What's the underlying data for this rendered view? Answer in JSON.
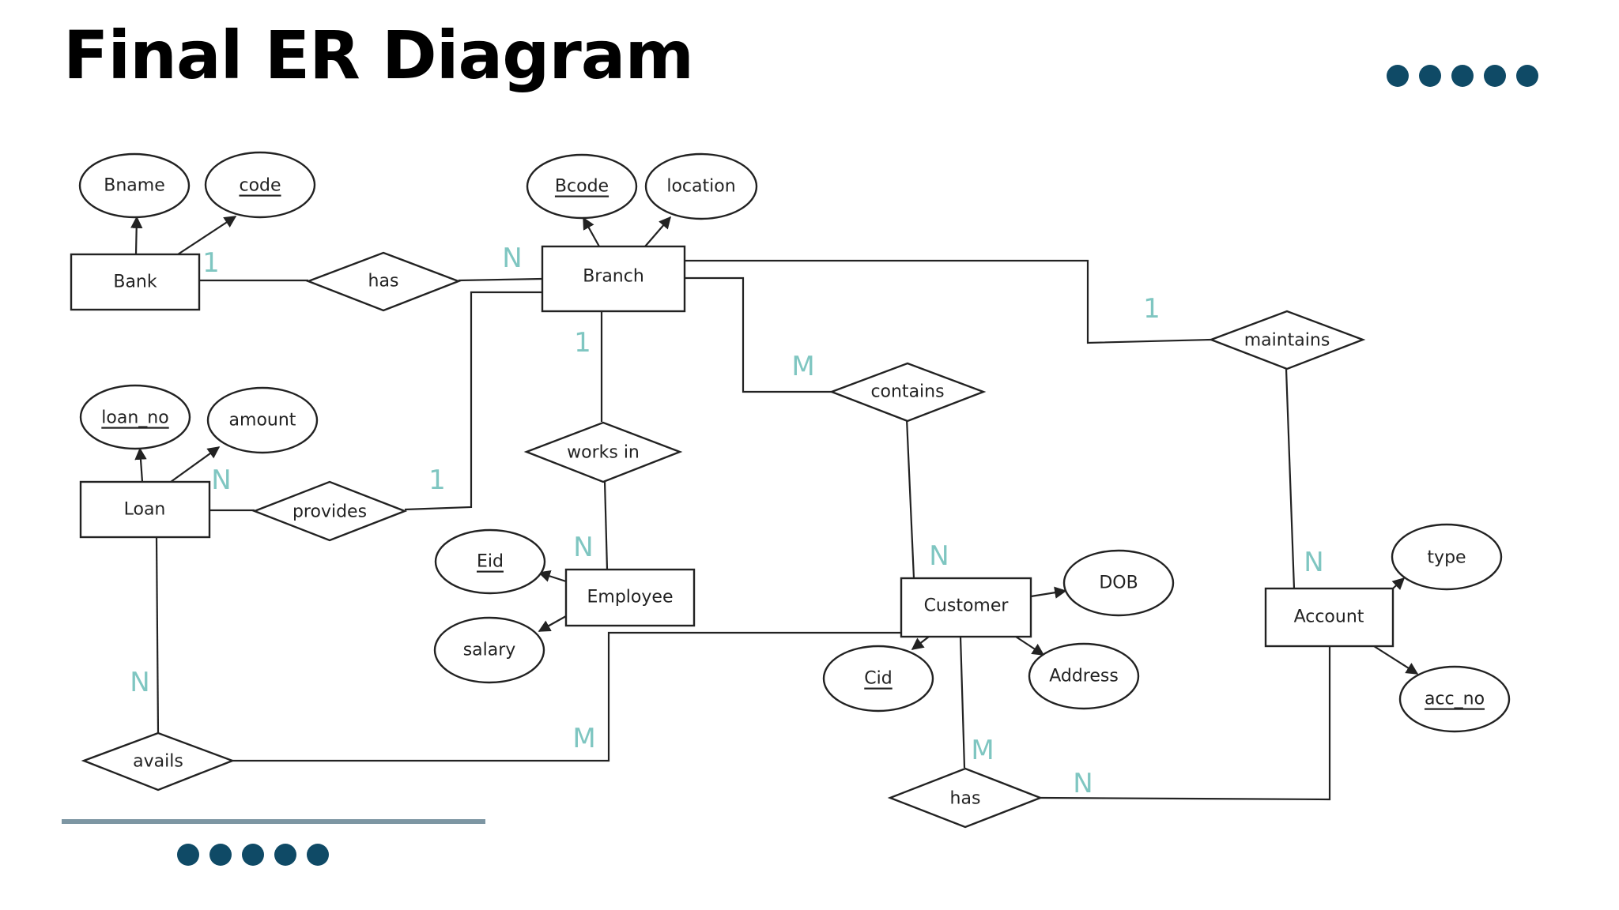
{
  "slide": {
    "title": "Final ER Diagram",
    "accent_color": "#0f4a66",
    "rule_color": "#7d96a3",
    "cardinality_color": "#7fc6c1",
    "decor": {
      "top_right_dots": 5,
      "bottom_left_dots": 5
    }
  },
  "entities": {
    "bank": "Bank",
    "branch": "Branch",
    "loan": "Loan",
    "employee": "Employee",
    "customer": "Customer",
    "account": "Account"
  },
  "attributes": {
    "bname": {
      "label": "Bname",
      "key": false
    },
    "code": {
      "label": "code",
      "key": true
    },
    "bcode": {
      "label": "Bcode",
      "key": true
    },
    "location": {
      "label": "location",
      "key": false
    },
    "loan_no": {
      "label": "loan_no",
      "key": true
    },
    "amount": {
      "label": "amount",
      "key": false
    },
    "eid": {
      "label": "Eid",
      "key": true
    },
    "salary": {
      "label": "salary",
      "key": false
    },
    "dob": {
      "label": "DOB",
      "key": false
    },
    "address": {
      "label": "Address",
      "key": false
    },
    "cid": {
      "label": "Cid",
      "key": true
    },
    "type": {
      "label": "type",
      "key": false
    },
    "acc_no": {
      "label": "acc_no",
      "key": true
    }
  },
  "relationships": {
    "bank_branch": "has",
    "maintains": "maintains",
    "contains": "contains",
    "works_in": "works in",
    "provides": "provides",
    "avails": "avails",
    "customer_account": "has"
  },
  "cardinalities": {
    "bank_has": "1",
    "branch_has": "N",
    "branch_maintains": "1",
    "account_maintains": "N",
    "branch_contains": "M",
    "customer_contains": "N",
    "branch_works_in": "1",
    "employee_works_in": "N",
    "loan_provides": "N",
    "branch_provides": "1",
    "loan_avails": "N",
    "customer_avails": "M",
    "customer_has": "M",
    "account_has": "N"
  }
}
